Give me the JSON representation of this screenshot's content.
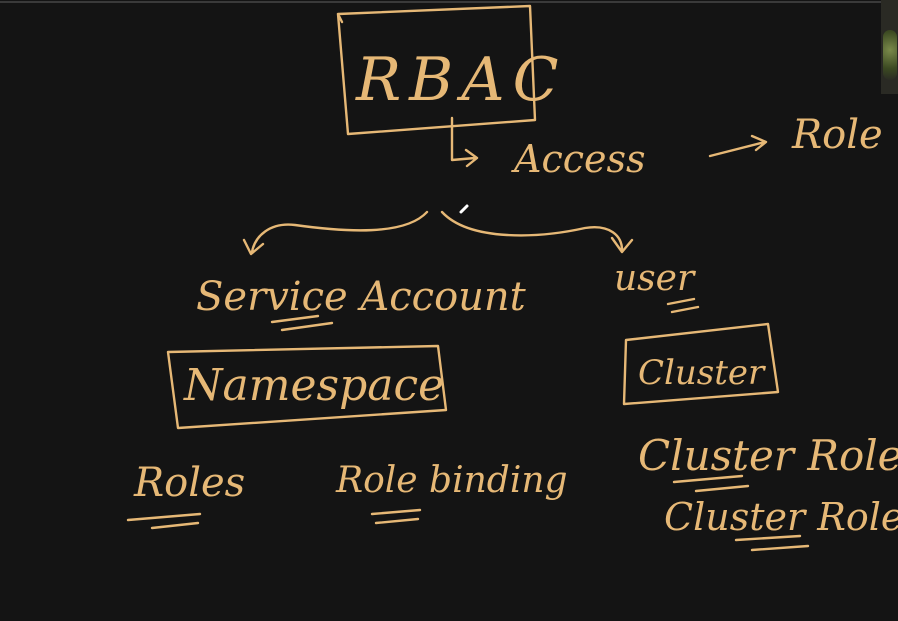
{
  "colors": {
    "background": "#141414",
    "ink": "#e6b876"
  },
  "labels": {
    "rbac": "RBAC",
    "access": "Access",
    "role": "Role",
    "service_account": "Service Account",
    "user": "user",
    "namespace": "Namespace",
    "cluster": "Cluster",
    "roles": "Roles",
    "role_binding": "Role binding",
    "cluster_role": "Cluster Role",
    "cluster_role_binding": "Cluster Role Bin"
  },
  "icons": {
    "thumbnail": "webcam-thumbnail"
  }
}
